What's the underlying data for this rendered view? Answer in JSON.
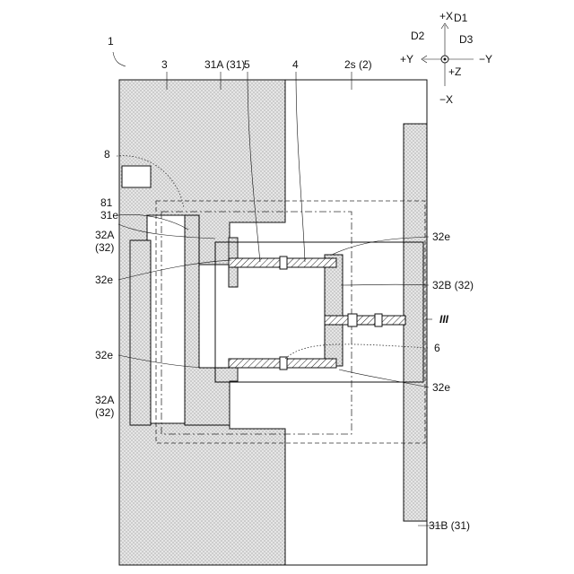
{
  "figure_number": "1",
  "labels": {
    "l3": "3",
    "l31A": "31A (31)",
    "l5": "5",
    "l4": "4",
    "l2s": "2s (2)",
    "l8": "8",
    "l81": "81",
    "l31e": "31e",
    "l32A_top_a": "32A",
    "l32A_top_b": "(32)",
    "l32e_1": "32e",
    "l32e_2": "32e",
    "l32e_3": "32e",
    "l32e_4": "32e",
    "l32B": "32B (32)",
    "l6": "6",
    "l32A_bot_a": "32A",
    "l32A_bot_b": "(32)",
    "l31B": "31B (31)",
    "lIII": "III"
  },
  "axes": {
    "plus_x": "+X",
    "minus_x": "−X",
    "plus_y": "+Y",
    "minus_y": "−Y",
    "plus_z": "+Z",
    "d1": "D1",
    "d2": "D2",
    "d3": "D3"
  },
  "colors": {
    "hatch_fill": "#d9d9d9",
    "line": "#111111"
  }
}
